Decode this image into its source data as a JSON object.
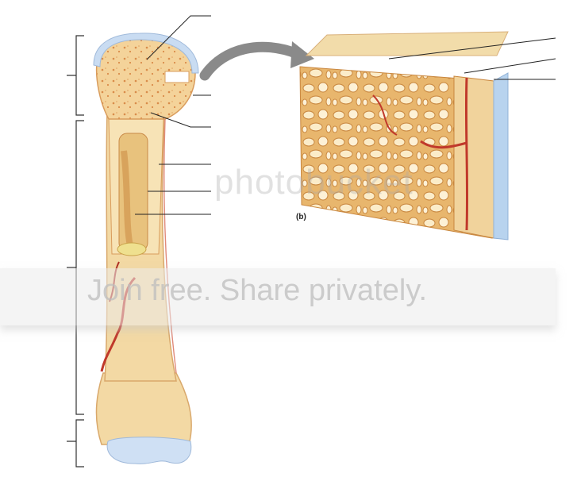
{
  "figure": {
    "panel_label": "(b)"
  },
  "watermark": {
    "logo_text": "photobucket",
    "tagline": "Join free. Share privately."
  },
  "colors": {
    "bone": "#f3d9a4",
    "bone_edge": "#d9a86b",
    "spongy": "#f0c98a",
    "cartilage": "#c9dcf2",
    "vessel": "#c0392b",
    "leader_line": "#222222",
    "arrow": "#8a8a8a"
  }
}
